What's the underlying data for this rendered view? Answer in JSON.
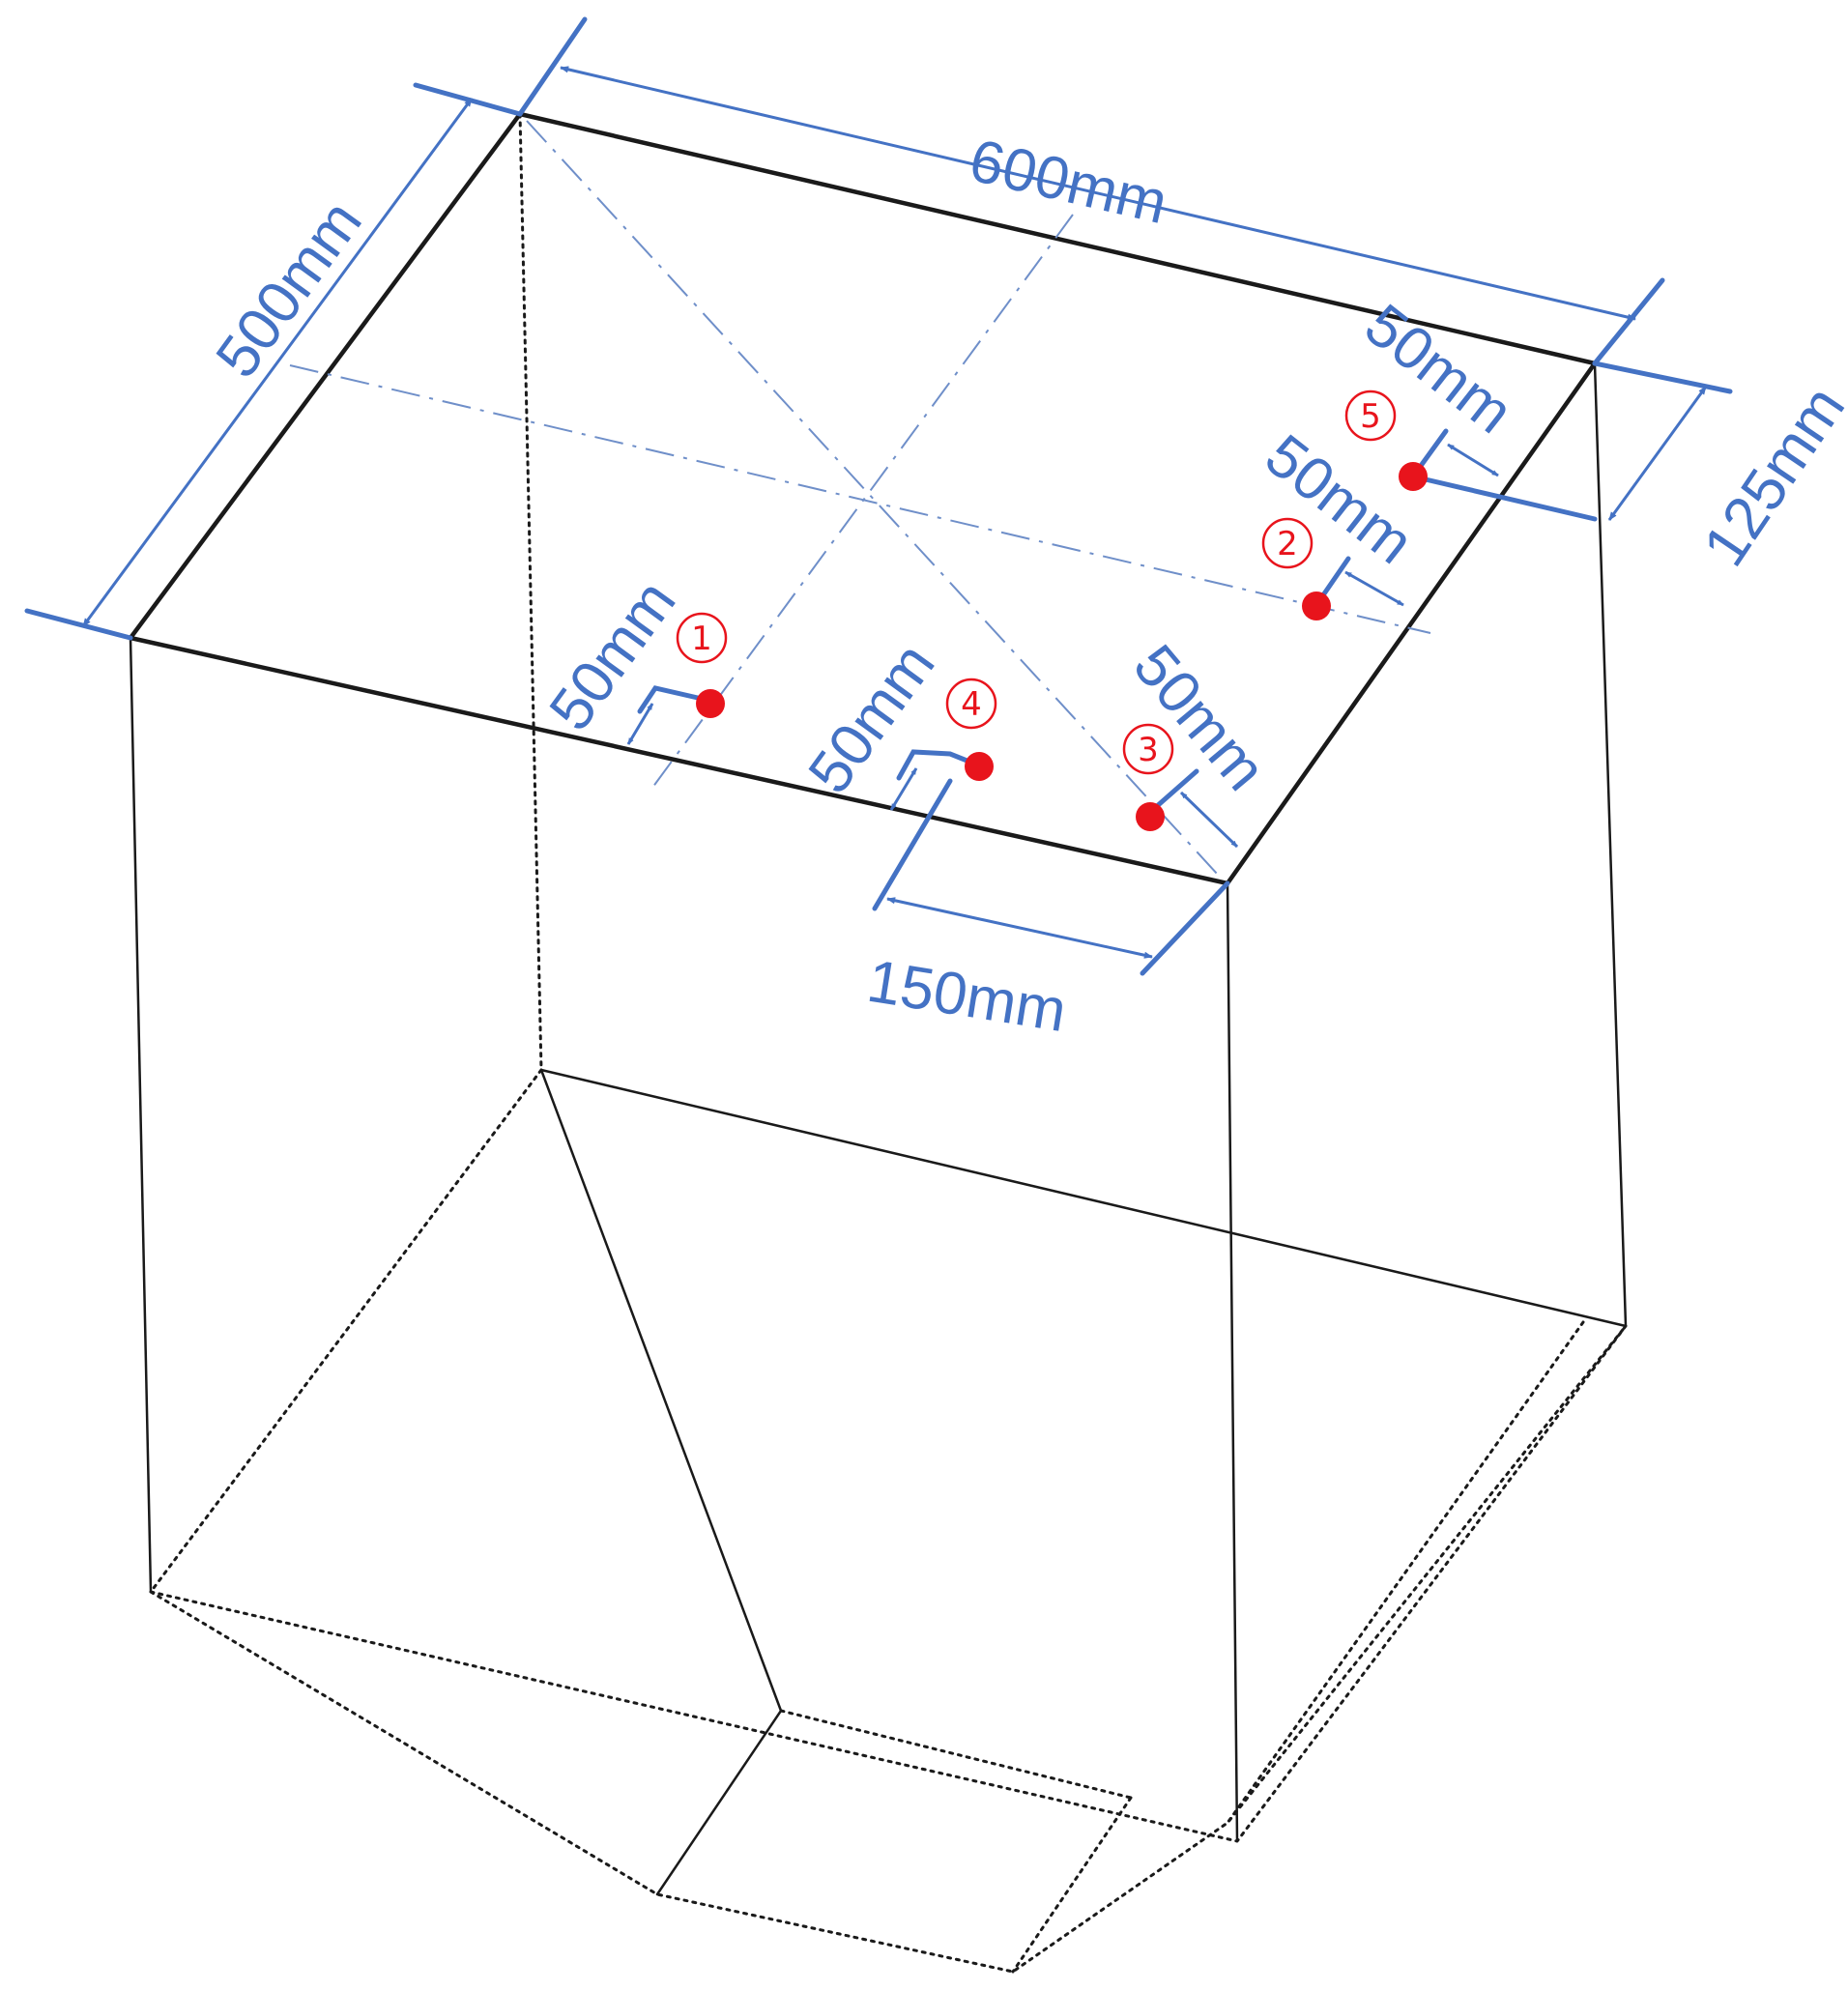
{
  "dimensions": {
    "length_top": "600mm",
    "width_left": "500mm",
    "offset_right": "125mm",
    "offset_bottom": "150mm",
    "point1_offset": "50mm",
    "point2_offset": "50mm",
    "point3_offset": "50mm",
    "point4_offset": "50mm",
    "point5_offset": "50mm"
  },
  "points": [
    {
      "id": "1"
    },
    {
      "id": "2"
    },
    {
      "id": "3"
    },
    {
      "id": "4"
    },
    {
      "id": "5"
    }
  ],
  "colors": {
    "dimension": "#4472c4",
    "point": "#e8141c",
    "edge": "#1a1a1a"
  }
}
